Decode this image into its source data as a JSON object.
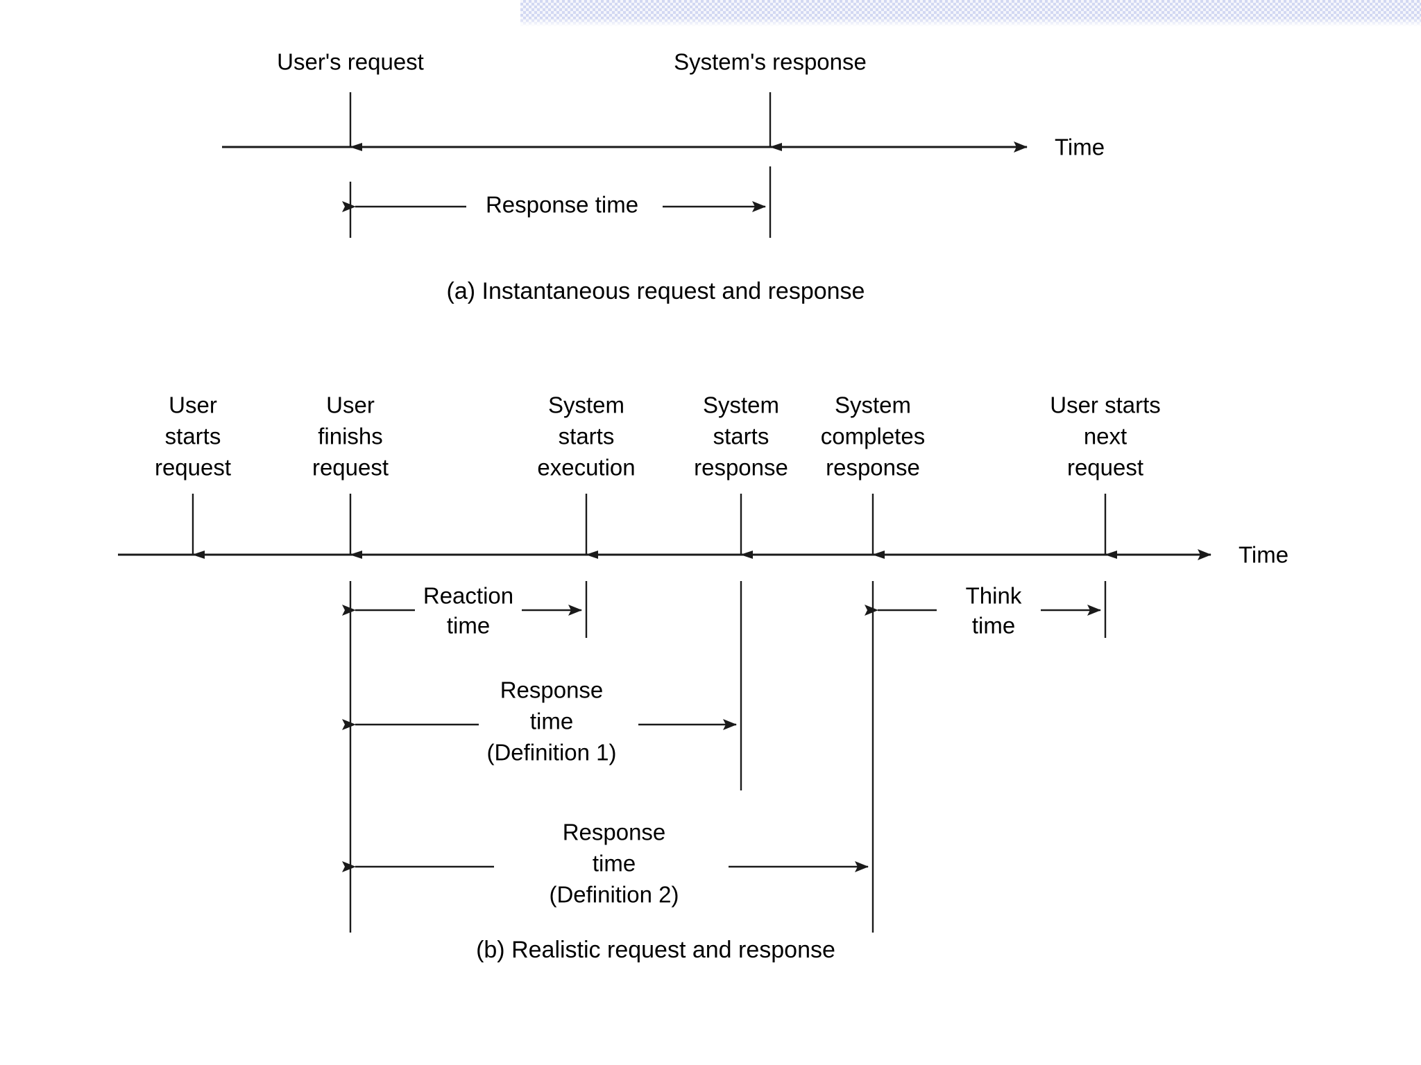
{
  "figure": {
    "title_a": "(a) Instantaneous request and response",
    "title_b": "(b) Realistic request and response",
    "axis_label": "Time",
    "line_color": "#1a1a1a",
    "band_color": "#c3cbee"
  },
  "diagram_a": {
    "events": [
      {
        "id": "users-request",
        "label": "User's request"
      },
      {
        "id": "systems-response",
        "label": "System's response"
      }
    ],
    "measures": [
      {
        "id": "response-time",
        "label_lines": [
          "Response time"
        ]
      }
    ],
    "axis_label": "Time"
  },
  "diagram_b": {
    "events": [
      {
        "id": "user-starts-request",
        "line1": "User",
        "line2": "starts",
        "line3": "request"
      },
      {
        "id": "user-finishs-request",
        "line1": "User",
        "line2": "finishs",
        "line3": "request"
      },
      {
        "id": "system-starts-execution",
        "line1": "System",
        "line2": "starts",
        "line3": "execution"
      },
      {
        "id": "system-starts-response",
        "line1": "System",
        "line2": "starts",
        "line3": "response"
      },
      {
        "id": "system-completes-response",
        "line1": "System",
        "line2": "completes",
        "line3": "response"
      },
      {
        "id": "user-starts-next-request",
        "line1": "User starts",
        "line2": "next",
        "line3": "request"
      }
    ],
    "measures": [
      {
        "id": "reaction-time",
        "line1": "Reaction",
        "line2": "time",
        "line3": ""
      },
      {
        "id": "think-time",
        "line1": "Think",
        "line2": "time",
        "line3": ""
      },
      {
        "id": "response-time-def-1",
        "line1": "Response",
        "line2": "time",
        "line3": "(Definition 1)"
      },
      {
        "id": "response-time-def-2",
        "line1": "Response",
        "line2": "time",
        "line3": "(Definition 2)"
      }
    ],
    "axis_label": "Time"
  },
  "chart_data": {
    "type": "timeline-diagram",
    "title": "Response time definitions",
    "panels": [
      {
        "id": "a",
        "caption": "(a) Instantaneous request and response",
        "axis_label": "Time",
        "axis_range": [
          0,
          100
        ],
        "events": [
          {
            "name": "User's request",
            "t": 23
          },
          {
            "name": "System's response",
            "t": 74
          }
        ],
        "intervals": [
          {
            "name": "Response time",
            "from": "User's request",
            "to": "System's response",
            "t_from": 23,
            "t_to": 74
          }
        ]
      },
      {
        "id": "b",
        "caption": "(b) Realistic request and response",
        "axis_label": "Time",
        "axis_range": [
          0,
          100
        ],
        "events": [
          {
            "name": "User starts request",
            "t": 7
          },
          {
            "name": "User finishs request",
            "t": 21
          },
          {
            "name": "System starts execution",
            "t": 42
          },
          {
            "name": "System starts response",
            "t": 56
          },
          {
            "name": "System completes response",
            "t": 68
          },
          {
            "name": "User starts next request",
            "t": 89
          }
        ],
        "intervals": [
          {
            "name": "Reaction time",
            "from": "User finishs request",
            "to": "System starts execution",
            "t_from": 21,
            "t_to": 42
          },
          {
            "name": "Think time",
            "from": "System completes response",
            "to": "User starts next request",
            "t_from": 68,
            "t_to": 89
          },
          {
            "name": "Response time (Definition 1)",
            "from": "User finishs request",
            "to": "System starts response",
            "t_from": 21,
            "t_to": 56
          },
          {
            "name": "Response time (Definition 2)",
            "from": "User finishs request",
            "to": "System completes response",
            "t_from": 21,
            "t_to": 68
          }
        ]
      }
    ]
  }
}
